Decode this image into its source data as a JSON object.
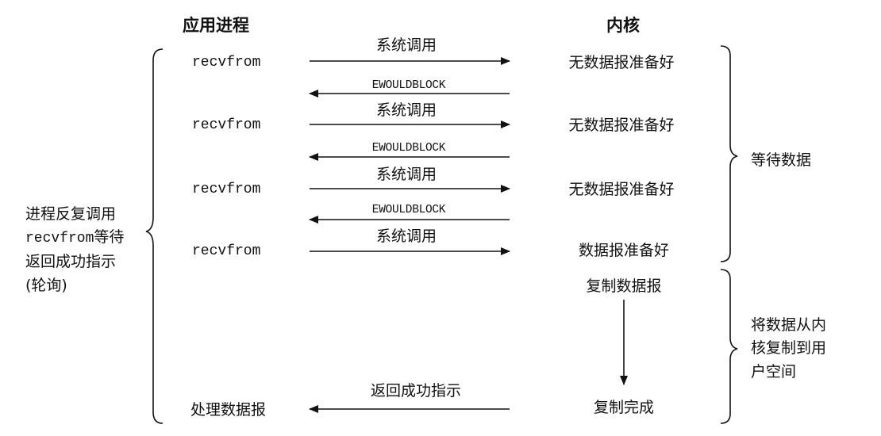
{
  "headers": {
    "process": "应用进程",
    "kernel": "内核"
  },
  "rows": [
    {
      "call": "recvfrom",
      "syscall_label": "系统调用",
      "kernel_state": "无数据报准备好",
      "error_label": "EWOULDBLOCK"
    },
    {
      "call": "recvfrom",
      "syscall_label": "系统调用",
      "kernel_state": "无数据报准备好",
      "error_label": "EWOULDBLOCK"
    },
    {
      "call": "recvfrom",
      "syscall_label": "系统调用",
      "kernel_state": "无数据报准备好",
      "error_label": "EWOULDBLOCK"
    },
    {
      "call": "recvfrom",
      "syscall_label": "系统调用",
      "kernel_state": "数据报准备好"
    }
  ],
  "copy": {
    "start_label": "复制数据报",
    "end_label": "复制完成"
  },
  "final": {
    "process_label": "处理数据报",
    "return_label": "返回成功指示"
  },
  "left_note": {
    "line1": "进程反复调用",
    "line2_mono": "recvfrom",
    "line2_rest": "等待",
    "line3": "返回成功指示",
    "line4": "(轮询)"
  },
  "wait_note": "等待数据",
  "copy_note": {
    "line1": "将数据从内",
    "line2": "核复制到用",
    "line3": "户空间"
  },
  "colors": {
    "ink": "#111111",
    "background": "#ffffff"
  }
}
